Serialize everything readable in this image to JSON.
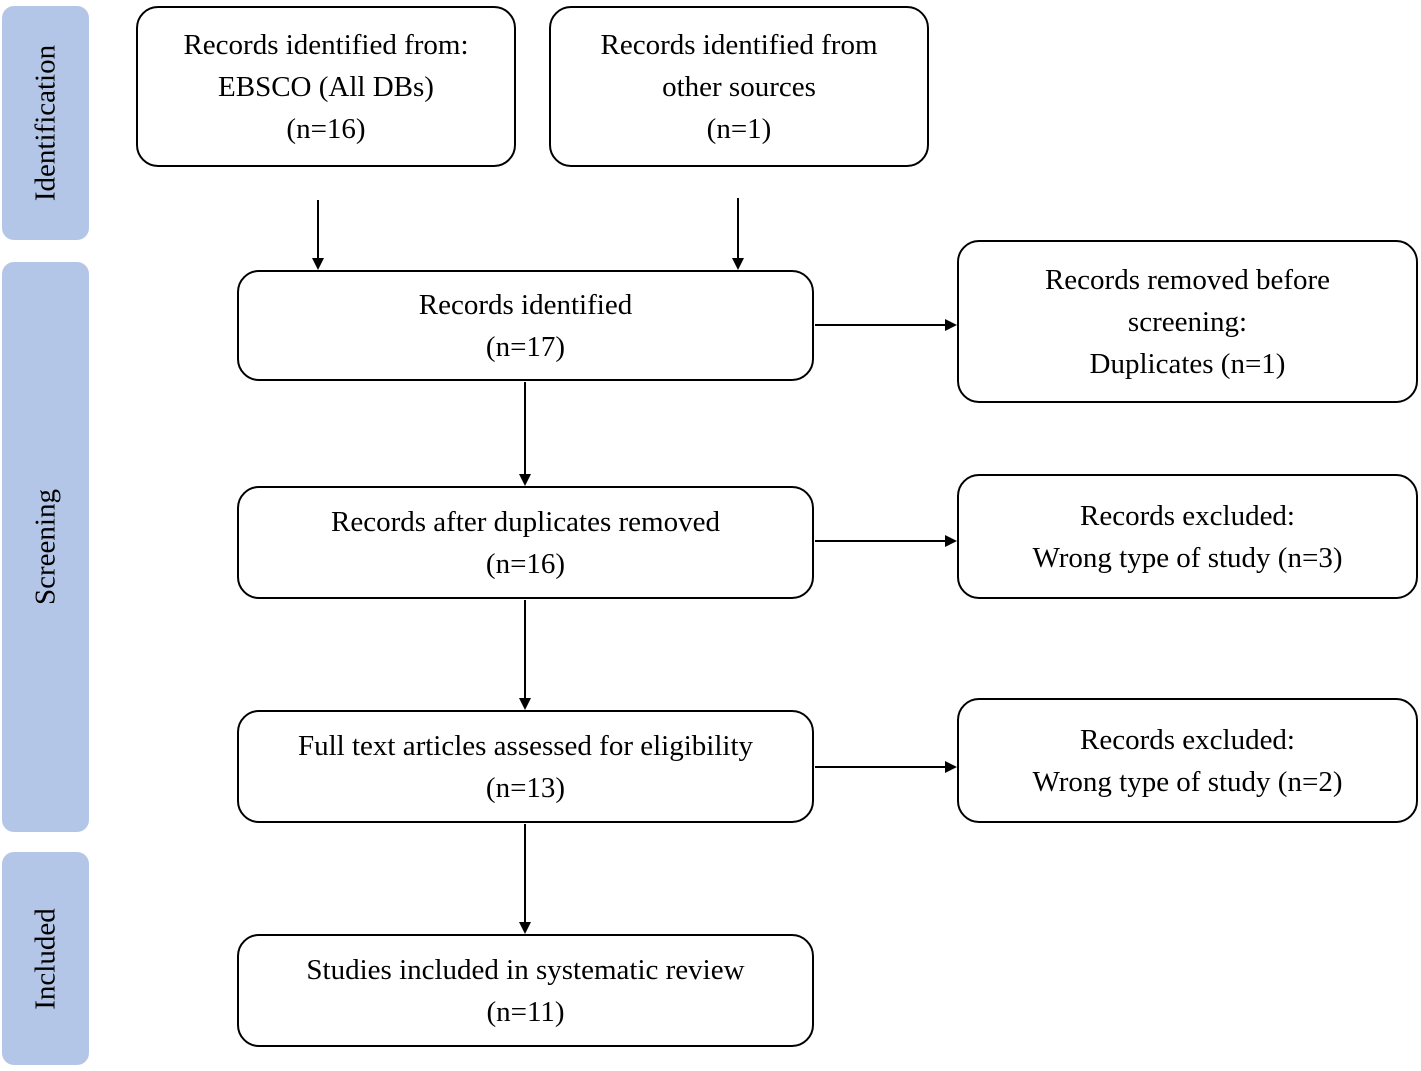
{
  "phases": {
    "identification": "Identification",
    "screening": "Screening",
    "included": "Included"
  },
  "boxes": {
    "ebsco": {
      "line1": "Records identified from:",
      "line2": "EBSCO (All DBs)",
      "line3": "(n=16)"
    },
    "other_sources": {
      "line1": "Records identified from",
      "line2": "other sources",
      "line3": "(n=1)"
    },
    "identified": {
      "line1": "Records identified",
      "line2": "(n=17)"
    },
    "removed_before_screening": {
      "line1": "Records removed before",
      "line2": "screening:",
      "line3": "Duplicates (n=1)"
    },
    "after_duplicates": {
      "line1": "Records after duplicates removed",
      "line2": "(n=16)"
    },
    "excluded_1": {
      "line1": "Records excluded:",
      "line2": "Wrong type of study (n=3)"
    },
    "full_text": {
      "line1": "Full text articles assessed for eligibility",
      "line2": "(n=13)"
    },
    "excluded_2": {
      "line1": "Records excluded:",
      "line2": "Wrong type of study (n=2)"
    },
    "included": {
      "line1": "Studies included in systematic review",
      "line2": "(n=11)"
    }
  },
  "colors": {
    "phase_fill": "#b4c6e7",
    "box_border": "#000000",
    "arrow": "#000000"
  }
}
